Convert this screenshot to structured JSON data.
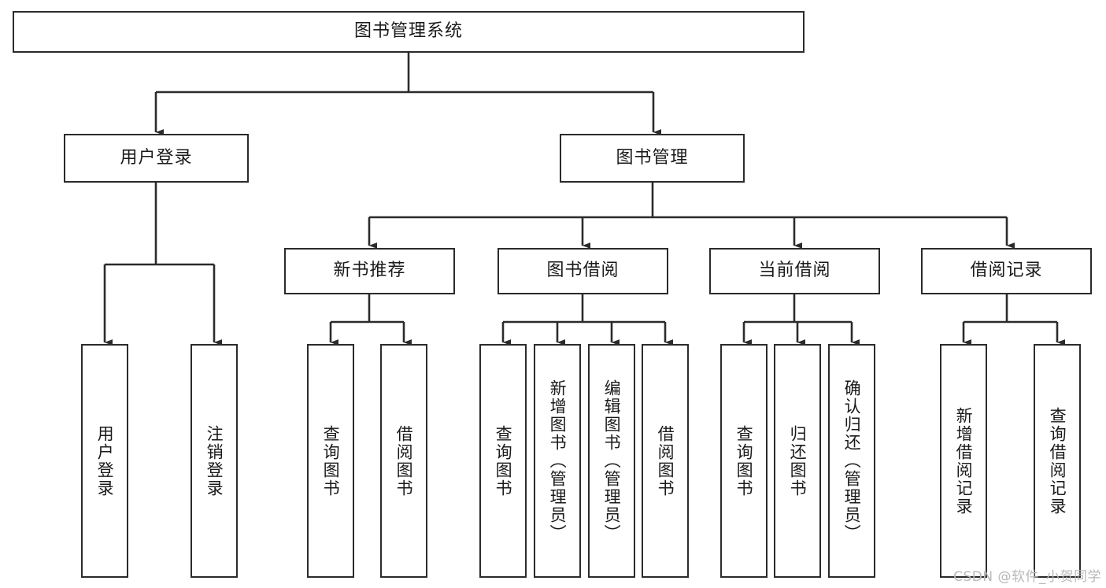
{
  "diagram": {
    "title": "图书管理系统",
    "type": "tree-hierarchy",
    "watermark": "CSDN @软件_小贺同学",
    "colors": {
      "stroke": "#2b2b2b",
      "fill": "#ffffff",
      "text": "#1a1a1a",
      "watermark": "#b8b8b8"
    }
  },
  "nodes": {
    "root": {
      "label": "图书管理系统"
    },
    "level2": [
      {
        "id": "user-login",
        "label": "用户登录"
      },
      {
        "id": "book-manage",
        "label": "图书管理"
      }
    ],
    "level3": [
      {
        "id": "new-book-recommend",
        "label": "新书推荐"
      },
      {
        "id": "book-borrow",
        "label": "图书借阅"
      },
      {
        "id": "current-borrow",
        "label": "当前借阅"
      },
      {
        "id": "borrow-record",
        "label": "借阅记录"
      }
    ],
    "leaves": {
      "user-login": [
        {
          "id": "leaf-user-login",
          "label": "用户登录"
        },
        {
          "id": "leaf-user-logout",
          "label": "注销登录"
        }
      ],
      "new-book-recommend": [
        {
          "id": "leaf-query-book-1",
          "label": "查询图书"
        },
        {
          "id": "leaf-borrow-book-1",
          "label": "借阅图书"
        }
      ],
      "book-borrow": [
        {
          "id": "leaf-query-book-2",
          "label": "查询图书"
        },
        {
          "id": "leaf-add-book",
          "label": "新增图书（管理员）"
        },
        {
          "id": "leaf-edit-book",
          "label": "编辑图书（管理员）"
        },
        {
          "id": "leaf-borrow-book-2",
          "label": "借阅图书"
        }
      ],
      "current-borrow": [
        {
          "id": "leaf-query-book-3",
          "label": "查询图书"
        },
        {
          "id": "leaf-return-book",
          "label": "归还图书"
        },
        {
          "id": "leaf-confirm-return",
          "label": "确认归还（管理员）"
        }
      ],
      "borrow-record": [
        {
          "id": "leaf-add-record",
          "label": "新增借阅记录"
        },
        {
          "id": "leaf-query-record",
          "label": "查询借阅记录"
        }
      ]
    }
  }
}
